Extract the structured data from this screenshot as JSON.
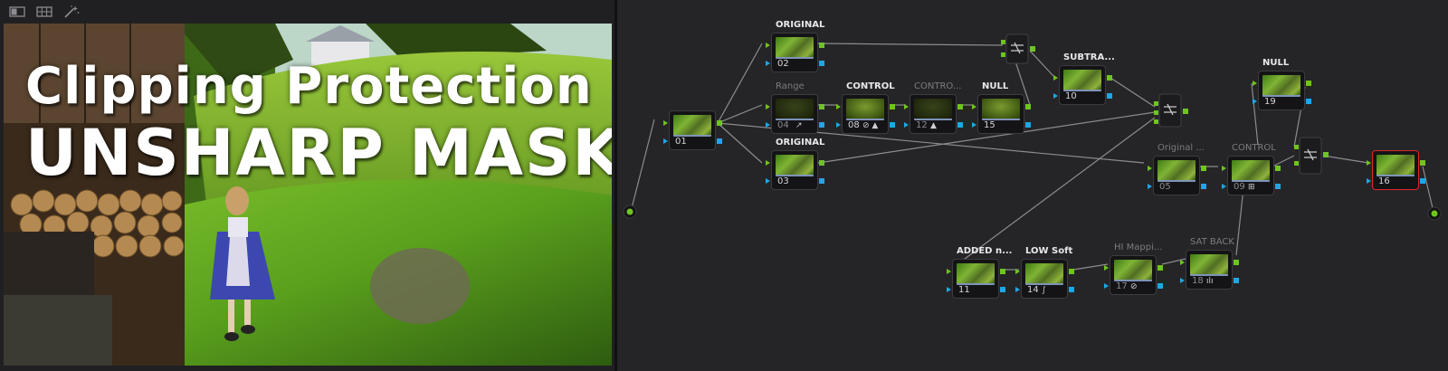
{
  "viewer": {
    "title_line1": "Clipping Protection",
    "title_line2": "UNSHARP MASK",
    "tools": [
      "single-viewer-icon",
      "grid-viewer-icon",
      "magic-wand-icon"
    ]
  },
  "colors": {
    "rgb_pin": "#6fc51e",
    "alpha_pin": "#1ea7e6",
    "selected_node": "#e0262c",
    "wire": "#8c8c90"
  },
  "nodes": [
    {
      "id": "01",
      "label": "",
      "tool": ""
    },
    {
      "id": "02",
      "label": "ORIGINAL",
      "tool": ""
    },
    {
      "id": "03",
      "label": "ORIGINAL",
      "tool": ""
    },
    {
      "id": "04",
      "label": "Range",
      "tool": "↗"
    },
    {
      "id": "08",
      "label": "CONTROL",
      "tool": "⊘ ▲"
    },
    {
      "id": "12",
      "label": "CONTRO...",
      "tool": "▲"
    },
    {
      "id": "15",
      "label": "NULL",
      "tool": ""
    },
    {
      "id": "10",
      "label": "SUBTRA...",
      "tool": ""
    },
    {
      "id": "19",
      "label": "NULL",
      "tool": ""
    },
    {
      "id": "05",
      "label": "Original ...",
      "tool": ""
    },
    {
      "id": "09",
      "label": "CONTROL",
      "tool": "⊞"
    },
    {
      "id": "16",
      "label": "",
      "tool": ""
    },
    {
      "id": "11",
      "label": "ADDED n...",
      "tool": ""
    },
    {
      "id": "14",
      "label": "LOW Soft",
      "tool": "∫"
    },
    {
      "id": "17",
      "label": "HI Mappi...",
      "tool": "⊘"
    },
    {
      "id": "18",
      "label": "SAT BACK",
      "tool": "ılı"
    }
  ]
}
